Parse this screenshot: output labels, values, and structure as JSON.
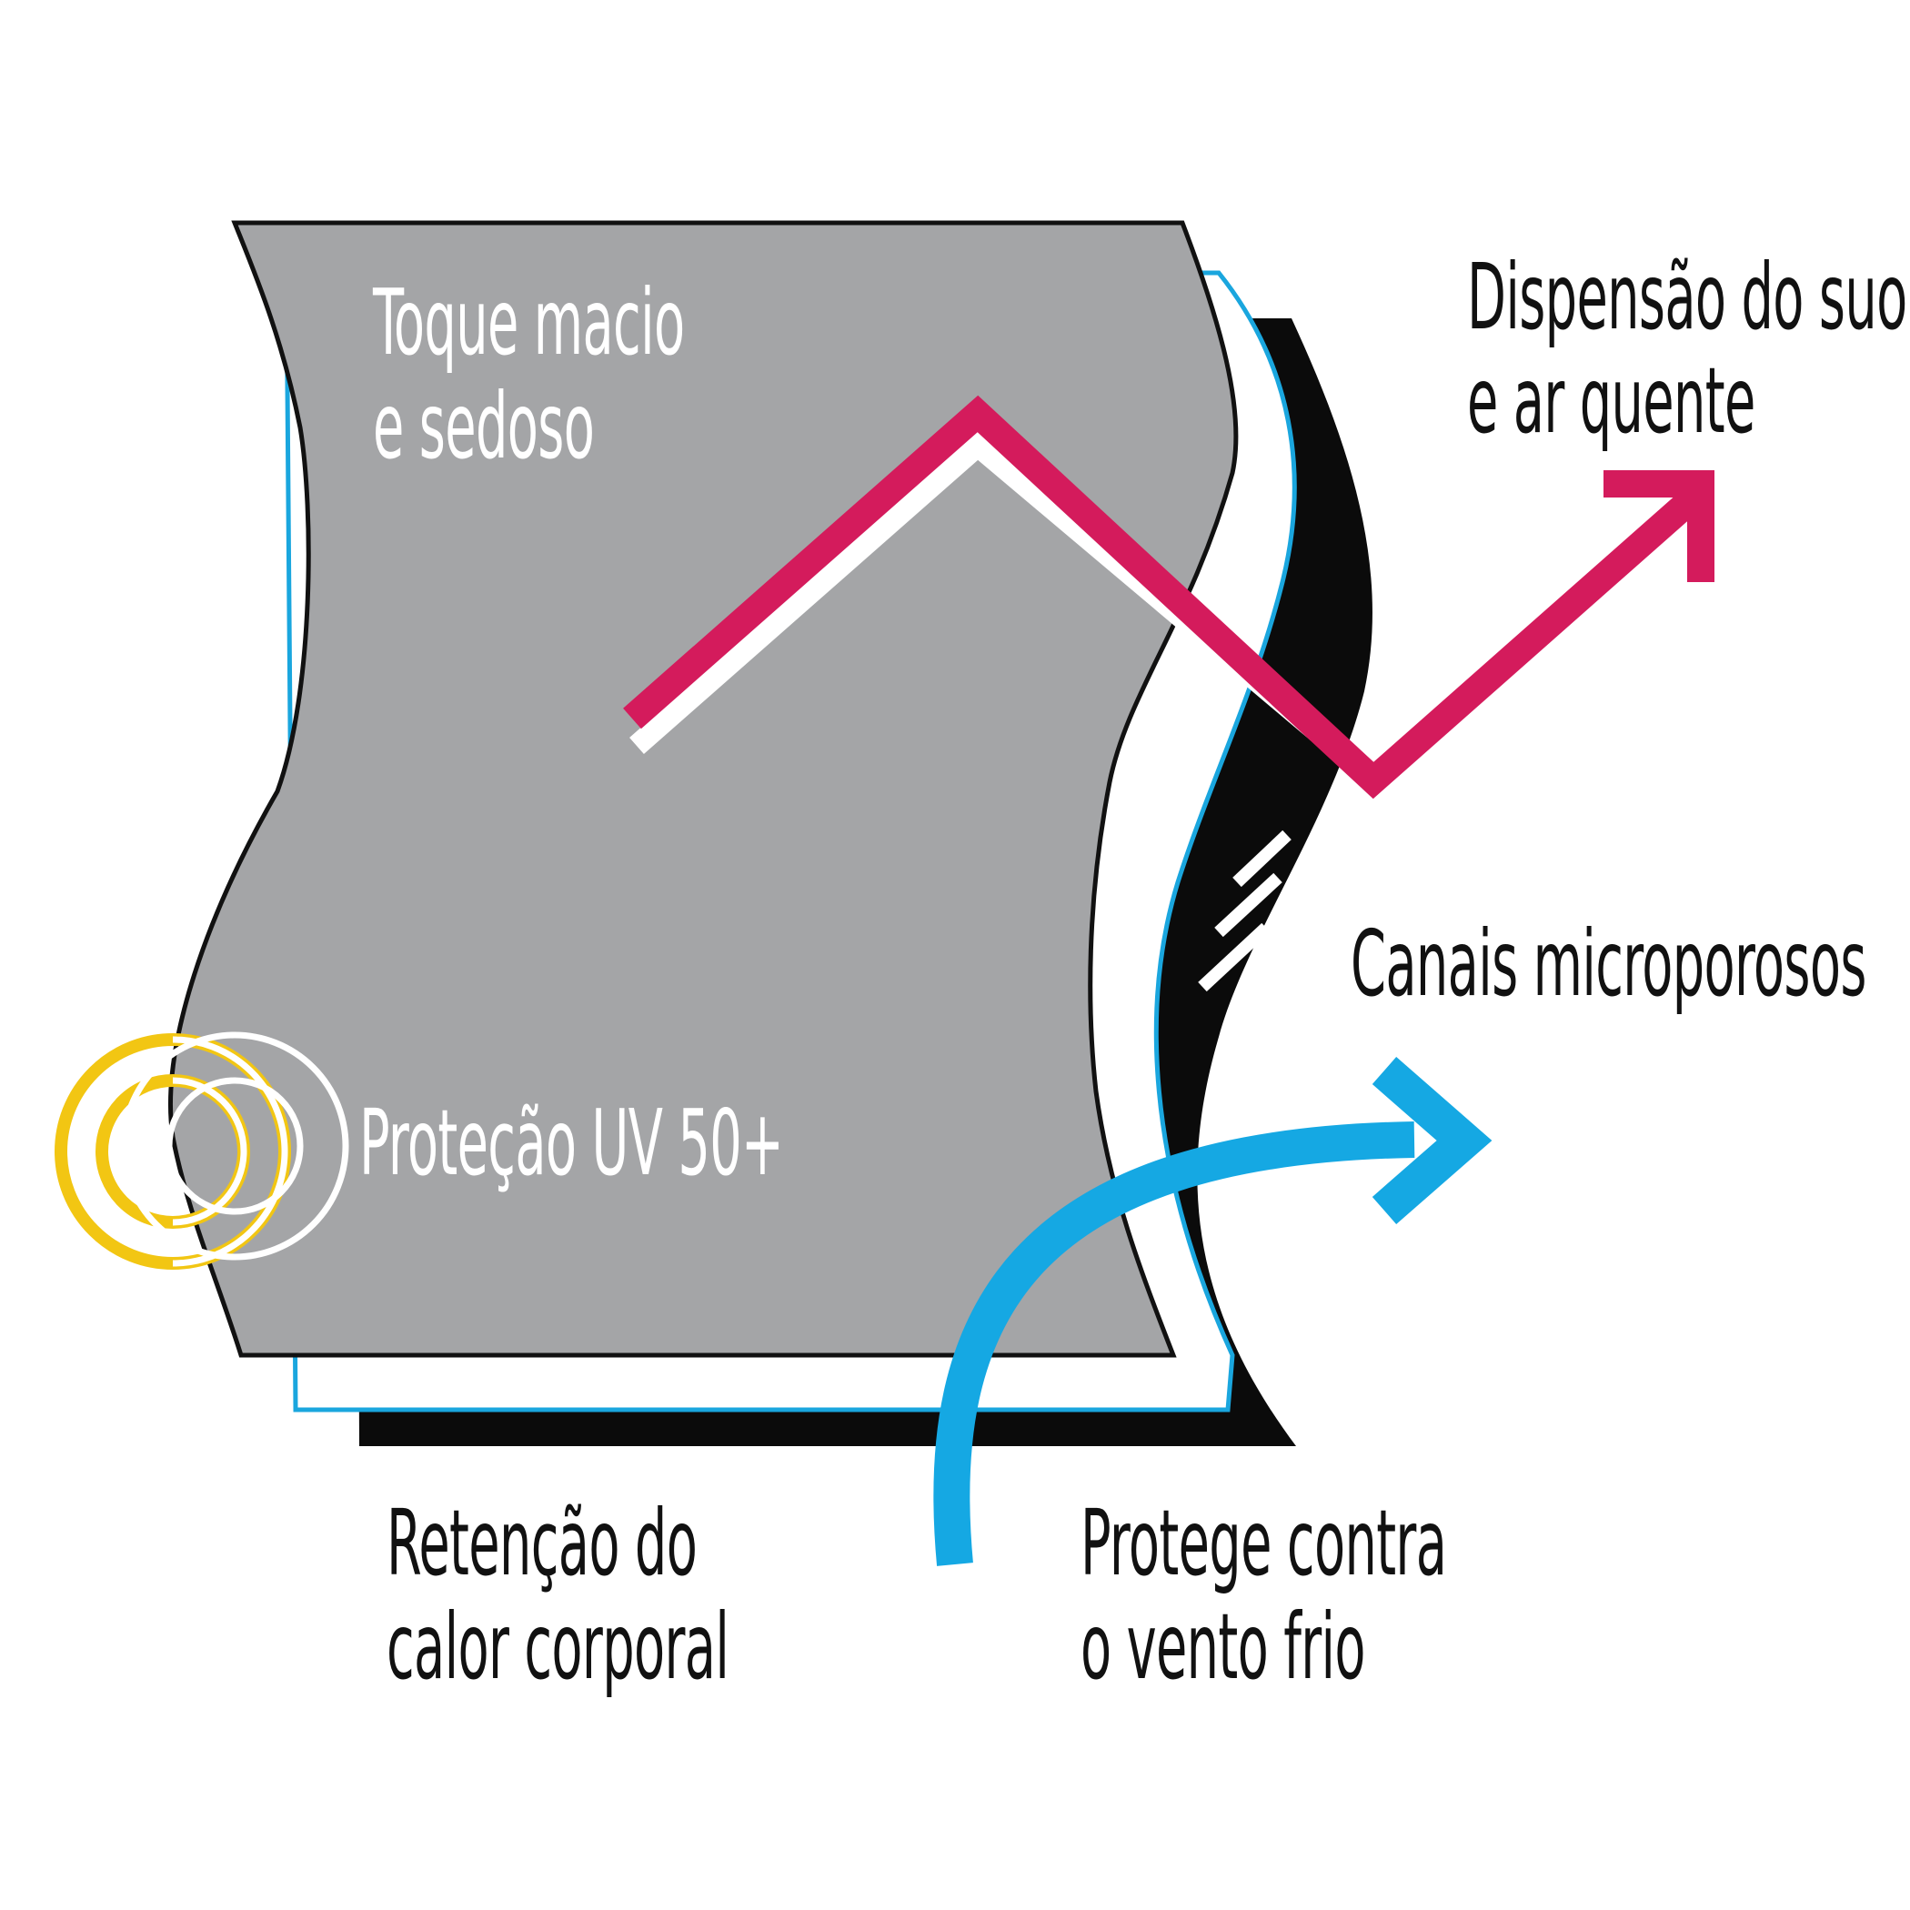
{
  "labels": {
    "soft_touch": {
      "line1": "Toque macio",
      "line2": "e sedoso"
    },
    "sweat": {
      "line1": "Dispensão do suor",
      "line2": "e ar quente"
    },
    "channels": "Canais microporosos",
    "uv": "Proteção UV 50+",
    "heat": {
      "line1": "Retenção do",
      "line2": "calor corporal"
    },
    "wind": {
      "line1": "Protege contra",
      "line2": "o vento frio"
    }
  },
  "colors": {
    "fabric_gray": "#a4a5a7",
    "layer_blue": "#1aa6de",
    "layer_black": "#0b0b0b",
    "sweat_arrow": "#d41b5c",
    "wind_arrow": "#15a8e3",
    "uv_ring_outer": "#f2c613",
    "uv_ring_inner": "#ffffff"
  }
}
